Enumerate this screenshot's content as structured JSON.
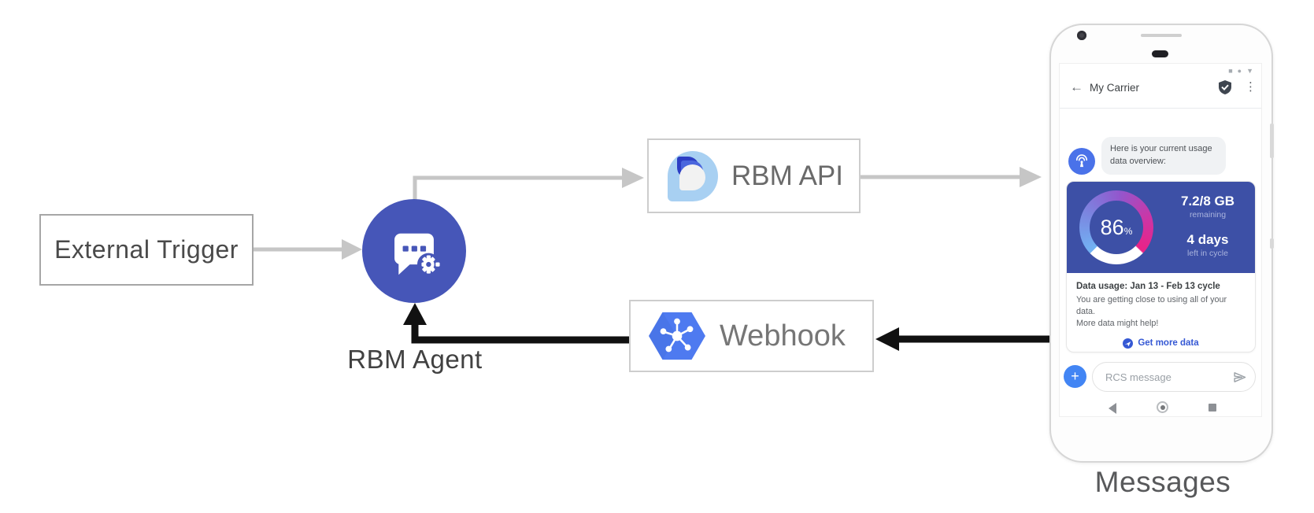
{
  "diagram": {
    "nodes": {
      "external_trigger": "External Trigger",
      "rbm_agent": "RBM Agent",
      "rbm_api": "RBM API",
      "webhook": "Webhook"
    },
    "caption": "Messages"
  },
  "phone": {
    "status_icons": {
      "square": "■",
      "dot": "●",
      "triangle": "▼"
    },
    "header": {
      "back": "←",
      "title": "My Carrier",
      "menu": "⋮"
    },
    "chat": {
      "message": "Here is your current usage data overview:",
      "usage_card": {
        "percent": "86",
        "percent_unit": "%",
        "remaining_value": "7.2/8 GB",
        "remaining_label": "remaining",
        "cycle_value": "4 days",
        "cycle_label": "left in cycle",
        "title": "Data usage: Jan 13 - Feb 13 cycle",
        "body_line1": "You are getting close to using all of your data.",
        "body_line2": "More data might help!",
        "action_label": "Get more data"
      }
    },
    "compose": {
      "plus": "+",
      "placeholder": "RCS message"
    }
  },
  "colors": {
    "agent_circle": "#4656b8",
    "card_blue": "#3d50a6",
    "gauge_gradient": [
      "#72b4f4",
      "#9257cd",
      "#ea2286"
    ],
    "gauge_remainder": "#ffffff",
    "hexagon_blue": "#4e7af0",
    "google_blue": "#4285f4",
    "link_blue": "#3558d4",
    "api_logo_blues": [
      "#a8d0f2",
      "#2c3ec4",
      "#4a66dd"
    ],
    "arrow_gray": "#c6c6c6",
    "arrow_black": "#111111"
  }
}
